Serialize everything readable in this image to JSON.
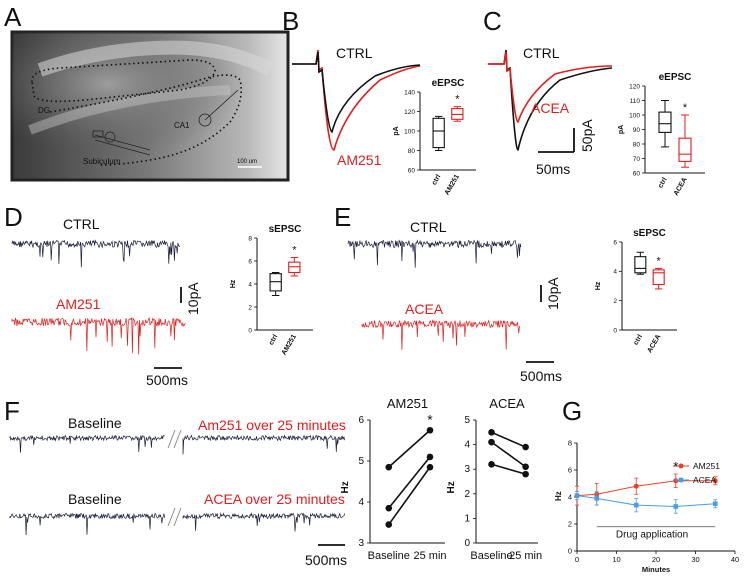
{
  "panels": {
    "A": {
      "label": "A",
      "image_labels": {
        "dg": "DG",
        "ca1": "CA1",
        "subiculum": "Subiculum",
        "scalebar": "100 um"
      }
    },
    "B": {
      "label": "B",
      "ctrl": "CTRL",
      "drug": "AM251",
      "box": {
        "title": "eEPSC",
        "ylabel": "pA",
        "yticks": [
          "60",
          "80",
          "100",
          "120",
          "140"
        ],
        "xticks": [
          "ctrl",
          "AM251"
        ],
        "star": "*"
      }
    },
    "C": {
      "label": "C",
      "ctrl": "CTRL",
      "drug": "ACEA",
      "scale_y": "50pA",
      "scale_x": "50ms",
      "box": {
        "title": "eEPSC",
        "ylabel": "pA",
        "yticks": [
          "60",
          "70",
          "80",
          "90",
          "100",
          "110",
          "120"
        ],
        "xticks": [
          "ctrl",
          "ACEA"
        ],
        "star": "*"
      }
    },
    "D": {
      "label": "D",
      "ctrl": "CTRL",
      "drug": "AM251",
      "scale_y": "10pA",
      "scale_x": "500ms",
      "box": {
        "title": "sEPSC",
        "ylabel": "Hz",
        "yticks": [
          "0",
          "2",
          "4",
          "6",
          "8"
        ],
        "xticks": [
          "ctrl",
          "AM251"
        ],
        "star": "*"
      }
    },
    "E": {
      "label": "E",
      "ctrl": "CTRL",
      "drug": "ACEA",
      "scale_y": "10pA",
      "scale_x": "500ms",
      "box": {
        "title": "sEPSC",
        "ylabel": "Hz",
        "yticks": [
          "0",
          "2",
          "4",
          "6"
        ],
        "xticks": [
          "ctrl",
          "ACEA"
        ],
        "star": "*"
      }
    },
    "F": {
      "label": "F",
      "baseline": "Baseline",
      "am251_text": "Am251 over 25 minutes",
      "acea_text": "ACEA over 25 minutes",
      "scale_x": "500ms",
      "am251_plot": {
        "title": "AM251",
        "ylabel": "Hz",
        "yticks": [
          "3",
          "4",
          "5",
          "6"
        ],
        "xticks": [
          "Baseline",
          "25 min"
        ],
        "star": "*"
      },
      "acea_plot": {
        "title": "ACEA",
        "ylabel": "Hz",
        "yticks": [
          "0",
          "1",
          "2",
          "3",
          "4",
          "5"
        ],
        "xticks": [
          "Baseline",
          "25 min"
        ]
      }
    },
    "G": {
      "label": "G",
      "ylabel": "Hz",
      "xlabel": "Minutes",
      "yticks": [
        "0",
        "2",
        "4",
        "6",
        "8"
      ],
      "xticks": [
        "0",
        "10",
        "20",
        "30",
        "40"
      ],
      "legend": [
        "AM251",
        "ACEA"
      ],
      "drug_application": "Drug application",
      "star": "*"
    }
  },
  "chart_data": [
    {
      "type": "box",
      "panel": "B",
      "title": "eEPSC",
      "ylabel": "pA",
      "ylim": [
        60,
        140
      ],
      "categories": [
        "ctrl",
        "AM251"
      ],
      "boxes": [
        {
          "min": 80,
          "q1": 83,
          "median": 100,
          "q3": 113,
          "max": 115
        },
        {
          "min": 110,
          "q1": 112,
          "median": 117,
          "q3": 123,
          "max": 125
        }
      ]
    },
    {
      "type": "box",
      "panel": "C",
      "title": "eEPSC",
      "ylabel": "pA",
      "ylim": [
        60,
        120
      ],
      "categories": [
        "ctrl",
        "ACEA"
      ],
      "boxes": [
        {
          "min": 78,
          "q1": 88,
          "median": 94,
          "q3": 102,
          "max": 110
        },
        {
          "min": 64,
          "q1": 68,
          "median": 73,
          "q3": 84,
          "max": 100
        }
      ]
    },
    {
      "type": "box",
      "panel": "D",
      "title": "sEPSC",
      "ylabel": "Hz",
      "ylim": [
        0,
        8
      ],
      "categories": [
        "ctrl",
        "AM251"
      ],
      "boxes": [
        {
          "min": 3.0,
          "q1": 3.4,
          "median": 4.2,
          "q3": 4.9,
          "max": 5.0
        },
        {
          "min": 4.7,
          "q1": 5.0,
          "median": 5.5,
          "q3": 5.9,
          "max": 6.3
        }
      ]
    },
    {
      "type": "box",
      "panel": "E",
      "title": "sEPSC",
      "ylabel": "Hz",
      "ylim": [
        0,
        6
      ],
      "categories": [
        "ctrl",
        "ACEA"
      ],
      "boxes": [
        {
          "min": 3.8,
          "q1": 3.9,
          "median": 4.2,
          "q3": 5.0,
          "max": 5.3
        },
        {
          "min": 2.8,
          "q1": 3.1,
          "median": 3.9,
          "q3": 4.1,
          "max": 4.2
        }
      ]
    },
    {
      "type": "line",
      "panel": "F-AM251",
      "title": "AM251",
      "ylabel": "Hz",
      "ylim": [
        3,
        6
      ],
      "x": [
        "Baseline",
        "25 min"
      ],
      "series": [
        {
          "values": [
            4.85,
            5.75
          ]
        },
        {
          "values": [
            3.85,
            5.1
          ]
        },
        {
          "values": [
            3.45,
            4.85
          ]
        }
      ]
    },
    {
      "type": "line",
      "panel": "F-ACEA",
      "title": "ACEA",
      "ylabel": "Hz",
      "ylim": [
        0,
        5
      ],
      "x": [
        "Baseline",
        "25 min"
      ],
      "series": [
        {
          "values": [
            4.5,
            3.9
          ]
        },
        {
          "values": [
            4.1,
            3.1
          ]
        },
        {
          "values": [
            3.2,
            2.8
          ]
        }
      ]
    },
    {
      "type": "line",
      "panel": "G",
      "xlabel": "Minutes",
      "ylabel": "Hz",
      "xlim": [
        0,
        40
      ],
      "ylim": [
        0,
        8
      ],
      "series": [
        {
          "name": "AM251",
          "color": "#e8432a",
          "x": [
            0,
            5,
            15,
            25,
            35
          ],
          "values": [
            4.1,
            4.2,
            4.8,
            5.2,
            5.2
          ],
          "err": [
            0.7,
            0.8,
            0.6,
            0.5,
            0.3
          ]
        },
        {
          "name": "ACEA",
          "color": "#4a9de0",
          "x": [
            0,
            5,
            15,
            25,
            35
          ],
          "values": [
            4.1,
            3.9,
            3.4,
            3.3,
            3.5
          ],
          "err": [
            0.3,
            0.5,
            0.5,
            0.5,
            0.3
          ]
        }
      ]
    }
  ]
}
